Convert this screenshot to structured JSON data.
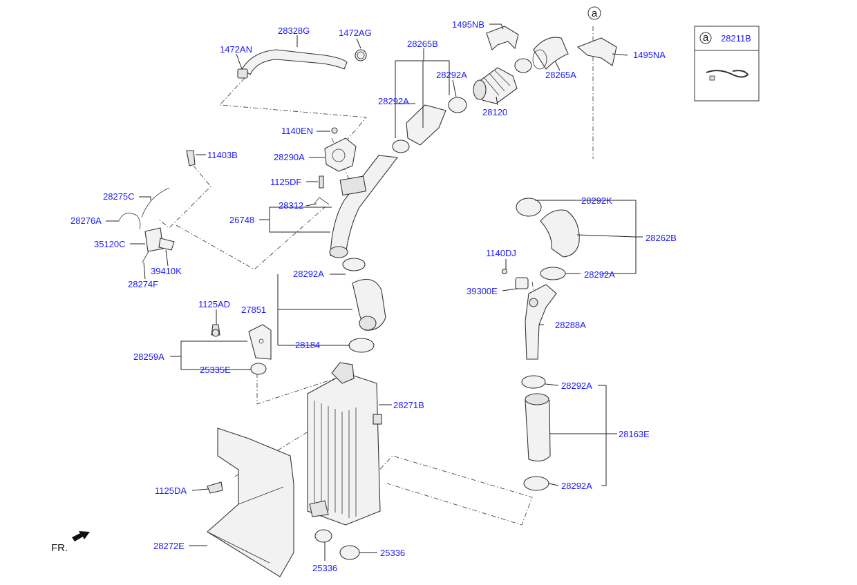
{
  "labels": {
    "p28328G": "28328G",
    "p1472AN": "1472AN",
    "p1472AG": "1472AG",
    "p1495NB": "1495NB",
    "p28265B": "28265B",
    "p28292A_1": "28292A",
    "p28265A": "28265A",
    "p1495NA": "1495NA",
    "p28292A_2": "28292A",
    "p28120": "28120",
    "p1140EN": "1140EN",
    "p28290A": "28290A",
    "p11403B": "11403B",
    "p1125DF": "1125DF",
    "p28275C": "28275C",
    "p28312": "28312",
    "p26748": "26748",
    "p28276A": "28276A",
    "p35120C": "35120C",
    "p39410K": "39410K",
    "p28274F": "28274F",
    "p28292A_3": "28292A",
    "p1125AD": "1125AD",
    "p27851": "27851",
    "p28184": "28184",
    "p28259A": "28259A",
    "p25335E": "25335E",
    "p28271B": "28271B",
    "p1125DA": "1125DA",
    "p28272E": "28272E",
    "p25336_1": "25336",
    "p25336_2": "25336",
    "p28292K": "28292K",
    "p28262B": "28262B",
    "p1140DJ": "1140DJ",
    "p28292A_4": "28292A",
    "p39300E": "39300E",
    "p28288A": "28288A",
    "p28292A_5": "28292A",
    "p28163E": "28163E",
    "p28292A_6": "28292A"
  },
  "legend_box": {
    "ref_letter": "a",
    "part_number": "28211B"
  },
  "callout_a": "a",
  "front_indicator": "FR."
}
